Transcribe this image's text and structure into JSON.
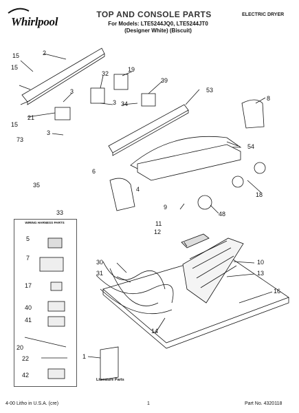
{
  "header": {
    "brand": "Whirlpool",
    "title": "TOP AND CONSOLE PARTS",
    "appliance_type": "ELECTRIC DRYER",
    "models_line": "For Models: LTE5244JQ0, LTE5244JT0",
    "variants_line": "(Designer White)    (Biscuit)"
  },
  "callouts": [
    "2",
    "15",
    "15",
    "15",
    "21",
    "32",
    "19",
    "39",
    "3",
    "3",
    "3",
    "34",
    "53",
    "8",
    "73",
    "54",
    "35",
    "33",
    "6",
    "4",
    "18",
    "9",
    "48",
    "11",
    "12",
    "10",
    "13",
    "16",
    "30",
    "31",
    "14",
    "1",
    "5",
    "7",
    "17",
    "40",
    "41",
    "20",
    "22",
    "42"
  ],
  "harness_box": {
    "title": "WIRING HARNESS PARTS"
  },
  "literature_label": "Literature Parts",
  "footer": {
    "left": "4-00 Litho in U.S.A. (cre)",
    "page": "1",
    "part_number": "Part No. 4320118"
  }
}
